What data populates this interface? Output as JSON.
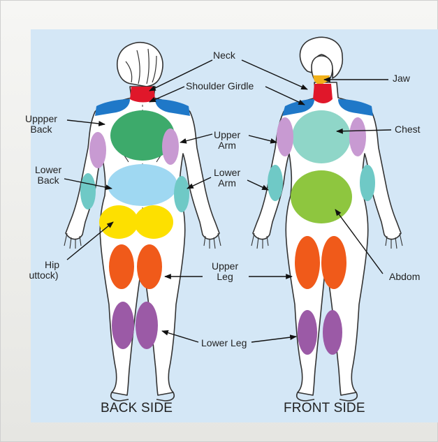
{
  "labels": {
    "neck": "Neck",
    "shoulder_girdle": "Shoulder Girdle",
    "jaw": "Jaw",
    "upper_back": [
      "Uppper",
      "Back"
    ],
    "chest": "Chest",
    "upper_arm": [
      "Upper",
      "Arm"
    ],
    "lower_back": [
      "Lower",
      "Back"
    ],
    "lower_arm": [
      "Lower",
      "Arm"
    ],
    "hip_buttock": [
      "Hip",
      "uttock)"
    ],
    "upper_leg": [
      "Upper",
      "Leg"
    ],
    "abdomen": "Abdom",
    "lower_leg": "Lower Leg"
  },
  "sides": {
    "back": "BACK SIDE",
    "front": "FRONT SIDE"
  },
  "colors": {
    "neck": "#e0172a",
    "shoulder": "#1f78c8",
    "upper_back": "#3daa6b",
    "chest": "#8fd6c8",
    "upper_arm": "#c89ad2",
    "lower_arm": "#6fc9c6",
    "lower_back": "#9fd8f2",
    "abdomen": "#8ec63f",
    "hip": "#fde000",
    "upper_leg": "#f05a1a",
    "lower_leg": "#9b5aa6",
    "jaw": "#f2b21b",
    "panel": "#d4e7f6"
  }
}
